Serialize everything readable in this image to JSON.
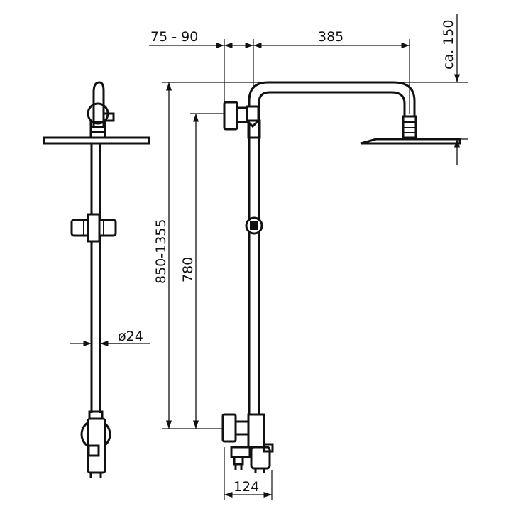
{
  "dimensions": {
    "outlet_offset": "75 - 90",
    "arm_projection": "385",
    "head_drop": "ca. 150",
    "total_height": "850-1355",
    "rail_height": "780",
    "pipe_diameter": "ø24",
    "valve_spacing": "124"
  }
}
